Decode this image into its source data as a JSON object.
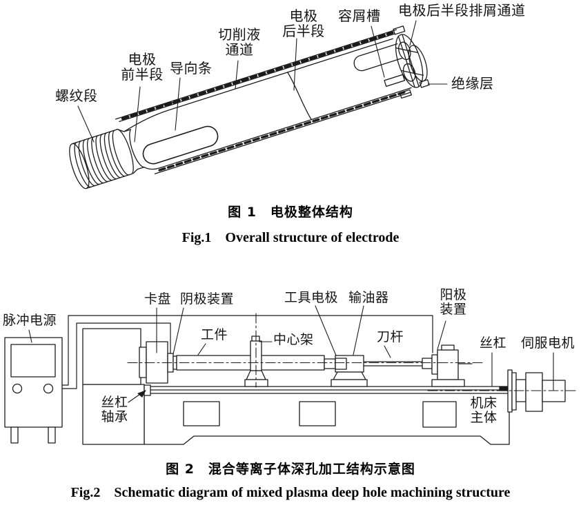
{
  "figure1": {
    "labels": {
      "thread_section": "螺纹段",
      "electrode_front_half": "电极\n前半段",
      "guide_strip": "导向条",
      "cutting_fluid_channel": "切削液\n通道",
      "electrode_rear_half": "电极\n后半段",
      "chip_groove": "容屑槽",
      "rear_half_chip_channel": "电极后半段排屑通道",
      "insulation_layer": "绝缘层"
    },
    "caption_zh": "图 1　电极整体结构",
    "caption_en": "Fig.1　Overall structure of electrode"
  },
  "figure2": {
    "labels": {
      "pulse_power": "脉冲电源",
      "chuck": "卡盘",
      "cathode_device": "阴极装置",
      "workpiece": "工件",
      "center_rest": "中心架",
      "tool_electrode": "工具电极",
      "oil_feeder": "输油器",
      "anode_device": "阳极\n装置",
      "tool_bar": "刀杆",
      "lead_screw": "丝杠",
      "servo_motor": "伺服电机",
      "lead_screw_bearing": "丝杠\n轴承",
      "machine_body": "机床\n主体"
    },
    "caption_zh": "图 2　混合等离子体深孔加工结构示意图",
    "caption_en": "Fig.2　Schematic diagram of mixed plasma deep hole machining structure"
  },
  "colors": {
    "ink": "#1b1b1b",
    "background": "#ffffff"
  }
}
